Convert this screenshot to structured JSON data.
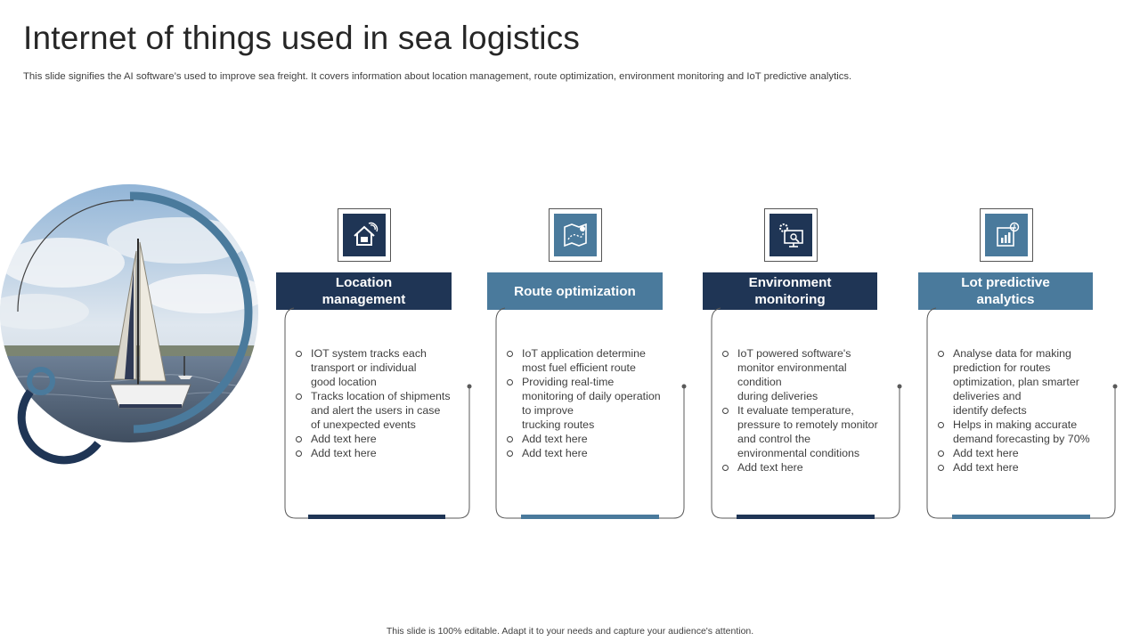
{
  "slide": {
    "title": "Internet of things used in sea logistics",
    "subtitle": "This slide signifies the AI software’s used to improve sea freight. It covers information about location management, route optimization, environment monitoring and IoT predictive analytics.",
    "footer": "This slide is 100% editable. Adapt it to your needs and capture your audience's attention."
  },
  "colors": {
    "dark": "#1f3555",
    "mid": "#4a7a9c",
    "text": "#404040"
  },
  "cards": [
    {
      "icon": "smart-home-location-icon",
      "title": "Location\nmanagement",
      "bullets": [
        "IOT system tracks each\ntransport or individual\ngood location",
        "Tracks location of shipments\nand alert the users in case\nof unexpected events",
        "Add text here",
        "Add text here"
      ]
    },
    {
      "icon": "route-map-icon",
      "title": "Route optimization",
      "bullets": [
        "IoT application determine\nmost fuel efficient route",
        "Providing  real-time\nmonitoring  of daily operation\nto improve\ntrucking routes",
        "Add text here",
        "Add text here"
      ]
    },
    {
      "icon": "monitor-gear-icon",
      "title": "Environment\nmonitoring",
      "bullets": [
        "IoT powered software's\nmonitor environmental\ncondition\nduring deliveries",
        "It evaluate  temperature,\npressure to remotely monitor\nand control the\nenvironmental  conditions",
        "Add text here"
      ]
    },
    {
      "icon": "analytics-report-icon",
      "title": "Lot predictive\nanalytics",
      "bullets": [
        "Analyse data for  making\nprediction for routes\noptimization, plan smarter\ndeliveries  and\nidentify defects",
        "Helps in making accurate\ndemand forecasting by 70%",
        "Add text here",
        "Add text here"
      ]
    }
  ]
}
